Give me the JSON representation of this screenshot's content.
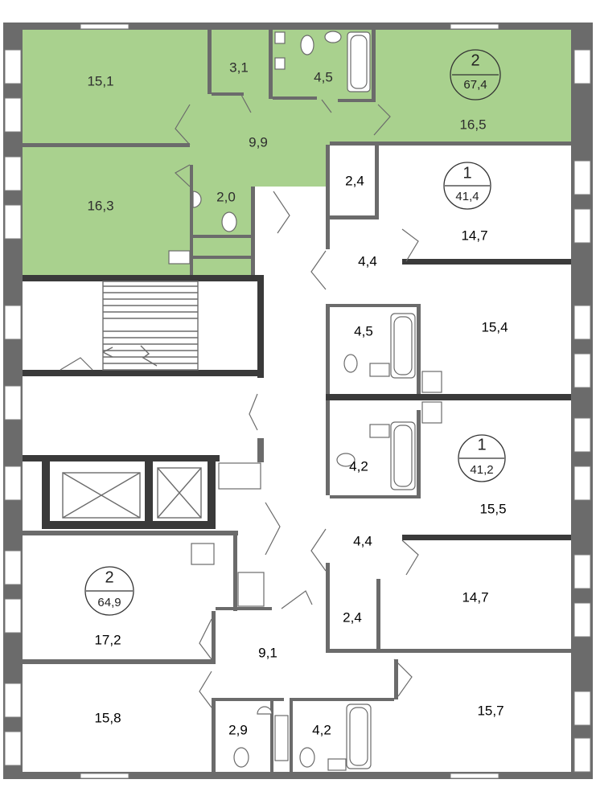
{
  "highlight_color": "#a9d18e",
  "apartments": [
    {
      "id": "apt-2-top",
      "rooms": "2",
      "total_area": "67,4",
      "highlighted": true
    },
    {
      "id": "apt-1-upper",
      "rooms": "1",
      "total_area": "41,4",
      "highlighted": false
    },
    {
      "id": "apt-1-lower",
      "rooms": "1",
      "total_area": "41,2",
      "highlighted": false
    },
    {
      "id": "apt-2-bottom",
      "rooms": "2",
      "total_area": "64,9",
      "highlighted": false
    }
  ],
  "room_areas": [
    {
      "id": "r1",
      "apartment": "apt-2-top",
      "label": "15,1"
    },
    {
      "id": "r2",
      "apartment": "apt-2-top",
      "label": "3,1"
    },
    {
      "id": "r3",
      "apartment": "apt-2-top",
      "label": "4,5"
    },
    {
      "id": "r4",
      "apartment": "apt-2-top",
      "label": "16,5"
    },
    {
      "id": "r5",
      "apartment": "apt-2-top",
      "label": "9,9"
    },
    {
      "id": "r6",
      "apartment": "apt-2-top",
      "label": "16,3"
    },
    {
      "id": "r7",
      "apartment": "apt-2-top",
      "label": "2,0"
    },
    {
      "id": "r8",
      "apartment": "apt-1-upper",
      "label": "2,4"
    },
    {
      "id": "r9",
      "apartment": "apt-1-upper",
      "label": "14,7"
    },
    {
      "id": "r10",
      "apartment": "apt-1-upper",
      "label": "4,4"
    },
    {
      "id": "r11",
      "apartment": "apt-1-upper",
      "label": "4,5"
    },
    {
      "id": "r12",
      "apartment": "apt-1-upper",
      "label": "15,4"
    },
    {
      "id": "r13",
      "apartment": "apt-1-lower",
      "label": "4,2"
    },
    {
      "id": "r14",
      "apartment": "apt-1-lower",
      "label": "15,5"
    },
    {
      "id": "r15",
      "apartment": "apt-1-lower",
      "label": "4,4"
    },
    {
      "id": "r16",
      "apartment": "apt-1-lower",
      "label": "14,7"
    },
    {
      "id": "r17",
      "apartment": "apt-1-lower",
      "label": "2,4"
    },
    {
      "id": "r18",
      "apartment": "apt-2-bottom",
      "label": "17,2"
    },
    {
      "id": "r19",
      "apartment": "apt-2-bottom",
      "label": "9,1"
    },
    {
      "id": "r20",
      "apartment": "apt-2-bottom",
      "label": "15,8"
    },
    {
      "id": "r21",
      "apartment": "apt-2-bottom",
      "label": "2,9"
    },
    {
      "id": "r22",
      "apartment": "apt-2-bottom",
      "label": "4,2"
    },
    {
      "id": "r23",
      "apartment": "apt-2-bottom",
      "label": "15,7"
    }
  ]
}
